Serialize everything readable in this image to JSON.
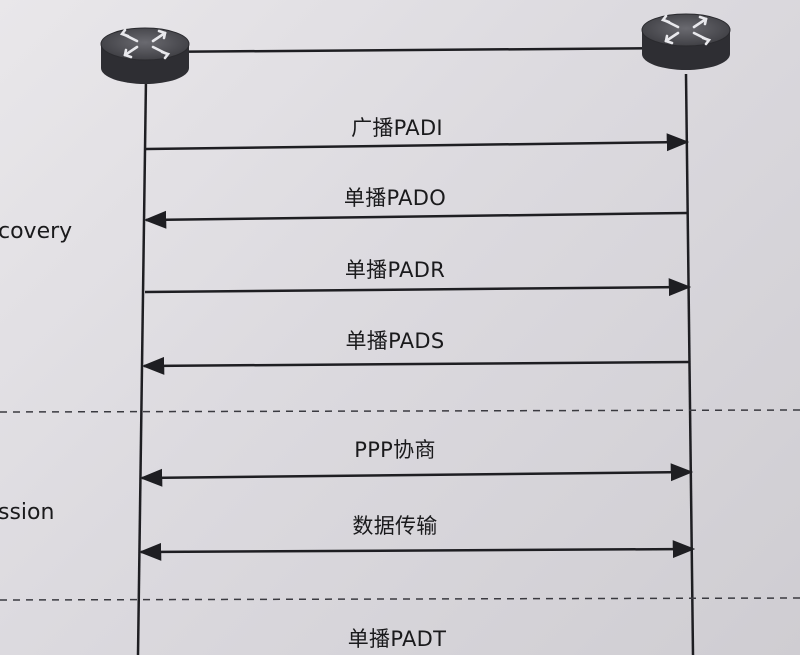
{
  "diagram": {
    "phases": [
      {
        "label": "covery"
      },
      {
        "label": "ssion"
      }
    ],
    "messages": [
      {
        "label": "广播PADI",
        "direction": "right"
      },
      {
        "label": "单播PADO",
        "direction": "left"
      },
      {
        "label": "单播PADR",
        "direction": "right"
      },
      {
        "label": "单播PADS",
        "direction": "left"
      },
      {
        "label": "PPP协商",
        "direction": "both"
      },
      {
        "label": "数据传输",
        "direction": "both"
      },
      {
        "label": "单播PADT",
        "direction": "none"
      }
    ],
    "nodes": [
      {
        "icon": "router-icon"
      },
      {
        "icon": "router-icon"
      }
    ],
    "colors": {
      "line": "#1e1e22",
      "router_body": "#3a3a3e",
      "router_top": "#56565c"
    }
  }
}
